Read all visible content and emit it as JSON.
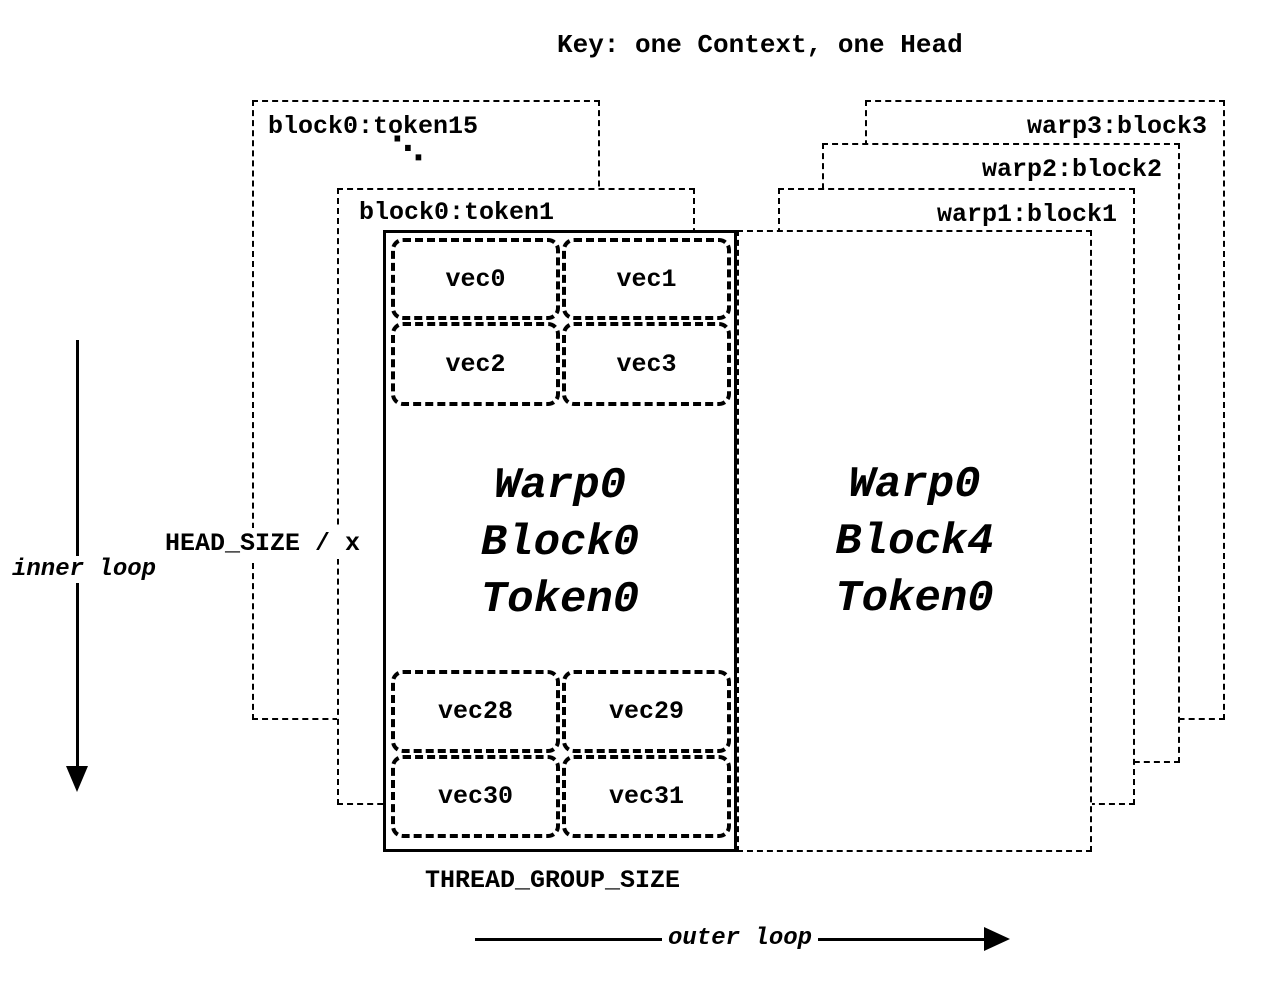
{
  "title": "Key: one Context, one Head",
  "axes": {
    "inner_loop_label": "inner loop",
    "outer_loop_label": "outer loop",
    "head_size_label": "HEAD_SIZE / x",
    "thread_group_label": "THREAD_GROUP_SIZE"
  },
  "left_stack": {
    "back_label": "block0:token15",
    "ellipsis": "⋱",
    "front_label": "block0:token1"
  },
  "right_stack": {
    "warp3_label": "warp3:block3",
    "warp2_label": "warp2:block2",
    "warp1_label": "warp1:block1"
  },
  "main_block": {
    "title_lines": [
      "Warp0",
      "Block0",
      "Token0"
    ],
    "vecs_top": [
      "vec0",
      "vec1",
      "vec2",
      "vec3"
    ],
    "vecs_bottom": [
      "vec28",
      "vec29",
      "vec30",
      "vec31"
    ]
  },
  "right_block": {
    "title_lines": [
      "Warp0",
      "Block4",
      "Token0"
    ]
  }
}
